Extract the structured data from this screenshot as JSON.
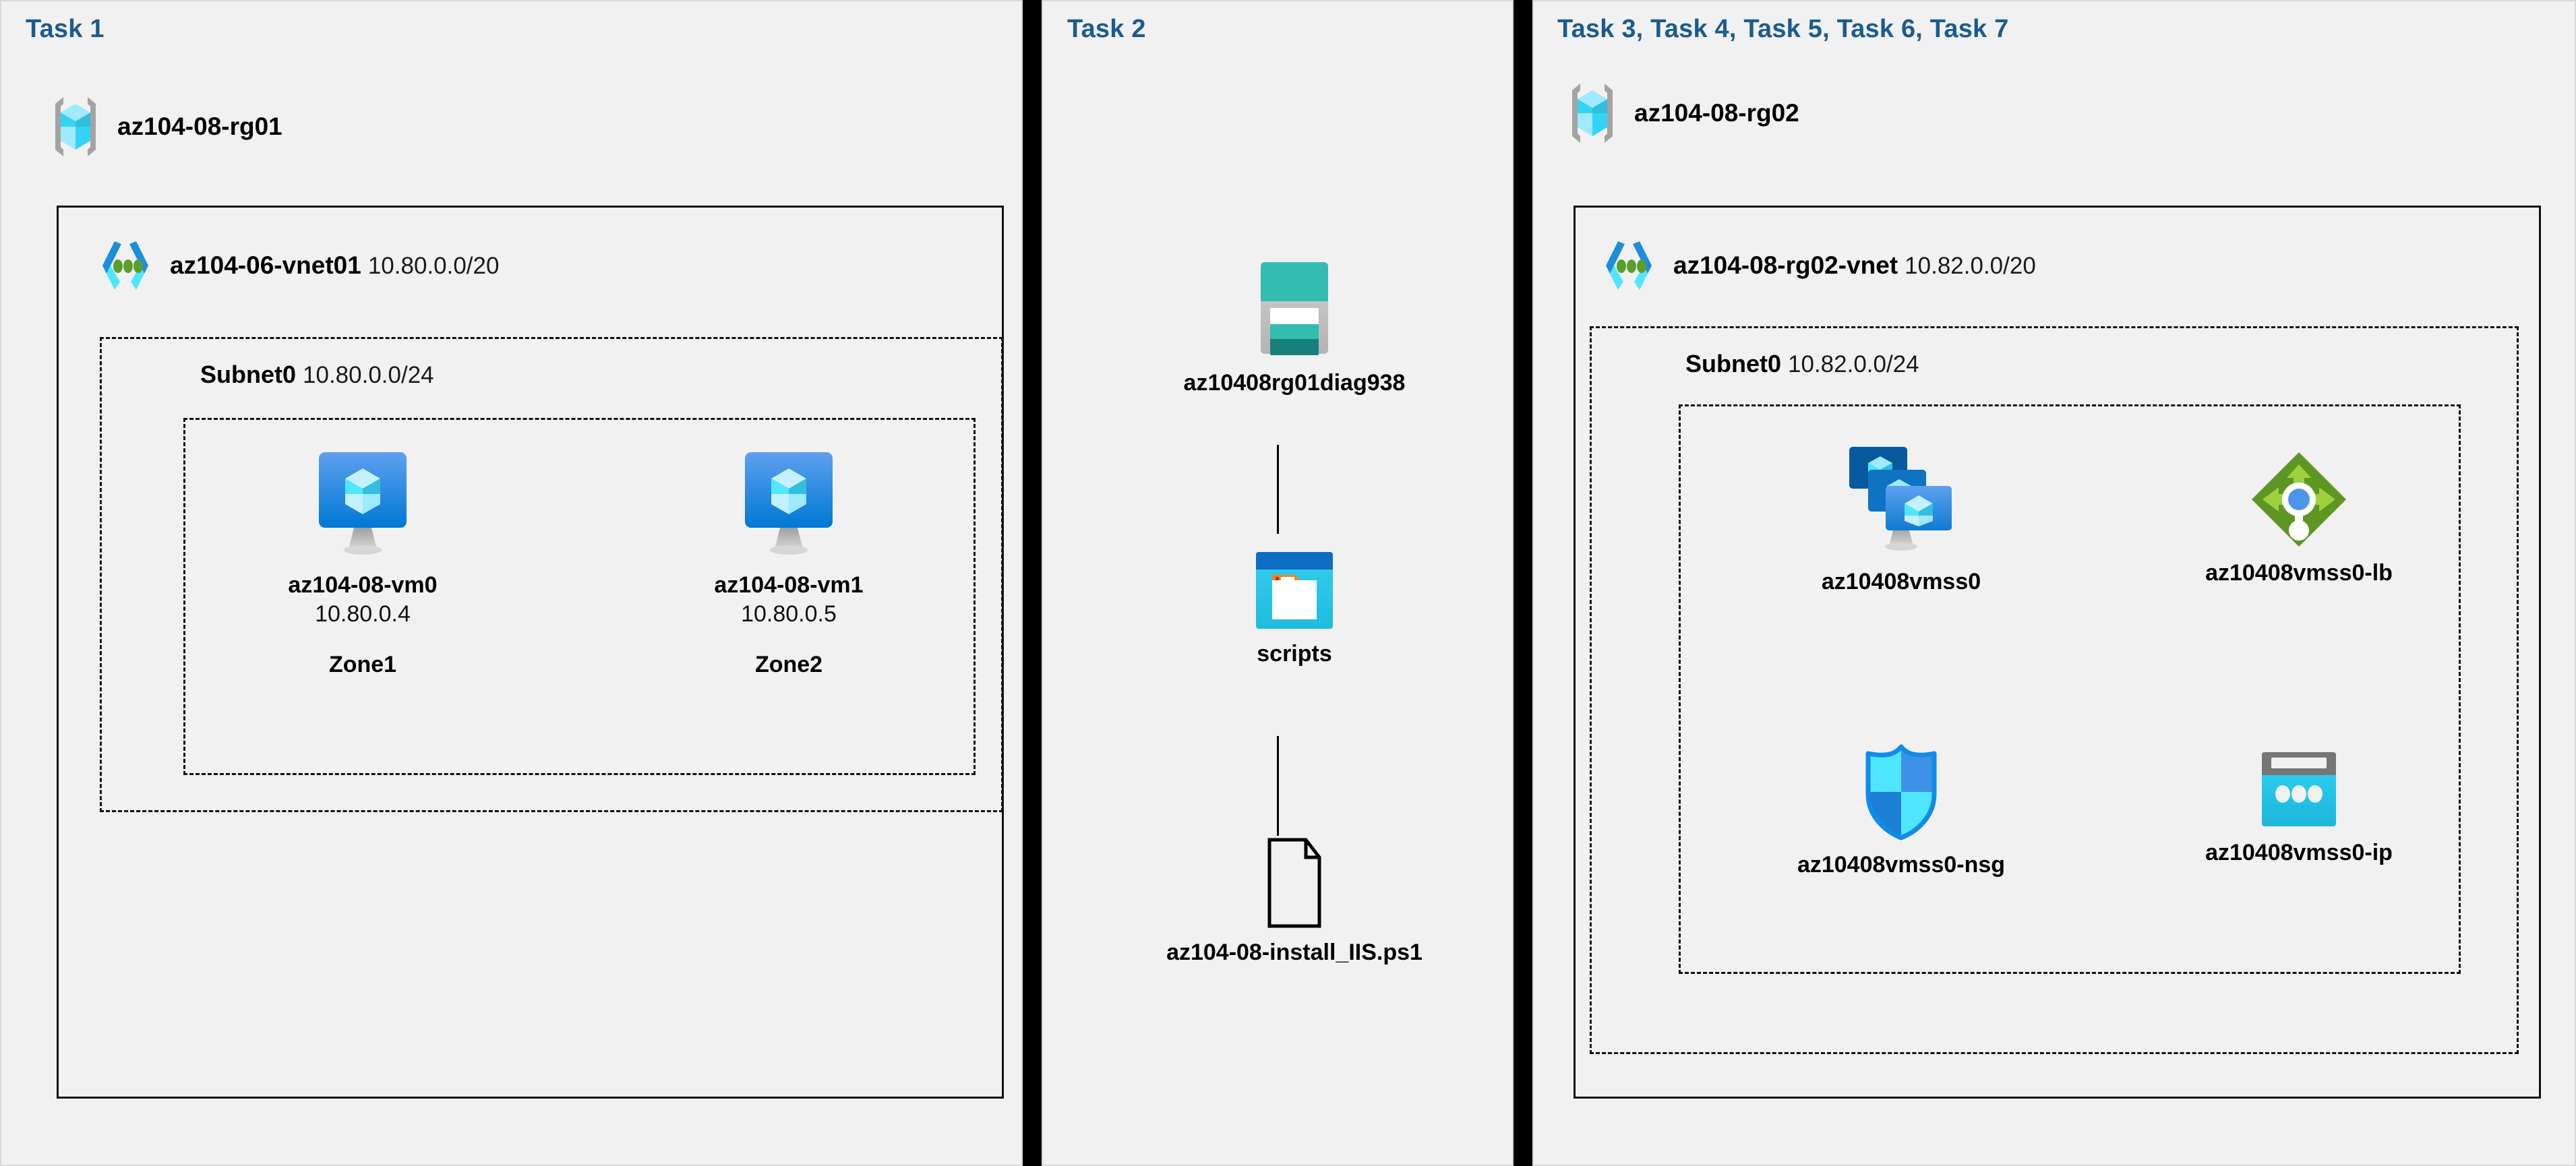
{
  "panels": {
    "task1": {
      "title": "Task 1",
      "resource_group": {
        "name": "az104-08-rg01",
        "icon": "resource-group-icon"
      },
      "vnet": {
        "name": "az104-06-vnet01",
        "cidr": "10.80.0.0/20",
        "icon": "virtual-network-icon"
      },
      "subnet": {
        "name": "Subnet0",
        "cidr": "10.80.0.0/24"
      },
      "vms": [
        {
          "name": "az104-08-vm0",
          "ip": "10.80.0.4",
          "zone": "Zone1",
          "icon": "virtual-machine-icon"
        },
        {
          "name": "az104-08-vm1",
          "ip": "10.80.0.5",
          "zone": "Zone2",
          "icon": "virtual-machine-icon"
        }
      ]
    },
    "task2": {
      "title": "Task 2",
      "nodes": [
        {
          "name": "az10408rg01diag938",
          "icon": "storage-account-icon"
        },
        {
          "name": "scripts",
          "icon": "blob-container-icon"
        },
        {
          "name": "az104-08-install_IIS.ps1",
          "icon": "file-icon"
        }
      ]
    },
    "task3": {
      "title": "Task 3, Task 4, Task 5, Task 6, Task 7",
      "resource_group": {
        "name": "az104-08-rg02",
        "icon": "resource-group-icon"
      },
      "vnet": {
        "name": "az104-08-rg02-vnet",
        "cidr": "10.82.0.0/20",
        "icon": "virtual-network-icon"
      },
      "subnet": {
        "name": "Subnet0",
        "cidr": "10.82.0.0/24"
      },
      "resources": [
        {
          "name": "az10408vmss0",
          "icon": "vm-scale-set-icon"
        },
        {
          "name": "az10408vmss0-lb",
          "icon": "load-balancer-icon"
        },
        {
          "name": "az10408vmss0-nsg",
          "icon": "network-security-group-icon"
        },
        {
          "name": "az10408vmss0-ip",
          "icon": "public-ip-address-icon"
        }
      ]
    }
  },
  "colors": {
    "task_title": "#1b5b8f",
    "background": "#f1f1f1",
    "divider": "#000000",
    "azure_blue": "#0078d4",
    "azure_cyan": "#50e6ff",
    "storage_teal": "#32bdb0",
    "lb_green": "#5e9624",
    "nsg_blue": "#0f8ce9"
  }
}
